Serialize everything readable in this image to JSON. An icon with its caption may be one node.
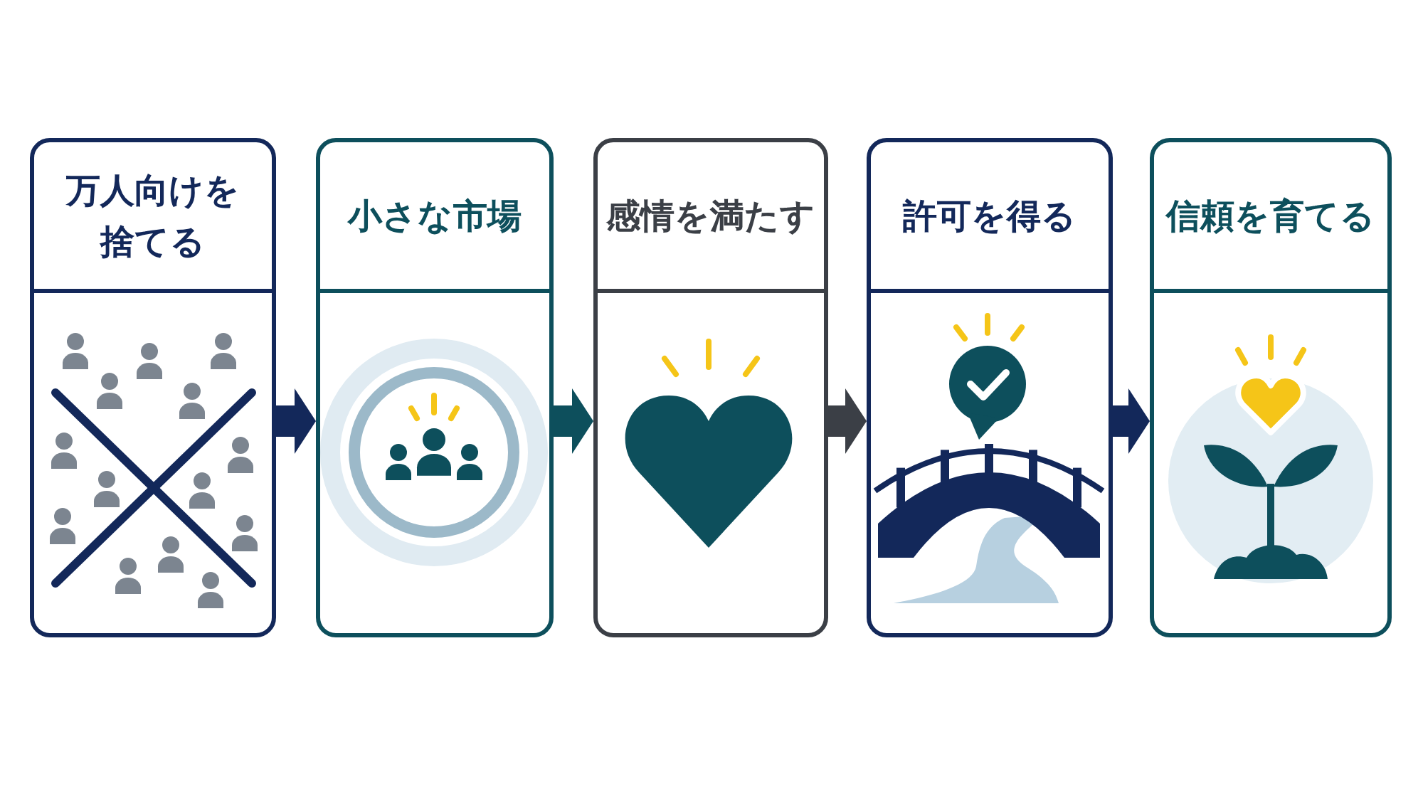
{
  "diagram": {
    "nodes": [
      {
        "text": [
          "万人向けを捨てる"
        ]
      },
      {
        "text": [
          "小さな市場"
        ]
      },
      {
        "text": [
          "感情を満たす"
        ]
      },
      {
        "text": [
          "許可を得る"
        ]
      },
      {
        "text": [
          "信頼を育てる"
        ]
      }
    ],
    "edges": [
      {
        "from": 0,
        "to": 1,
        "arrow": "to"
      },
      {
        "from": 1,
        "to": 2,
        "arrow": "to",
        "color": "#0d4f5c"
      },
      {
        "from": 2,
        "to": 3,
        "arrow": "to",
        "color": "#3b3f46"
      },
      {
        "from": 3,
        "to": 4,
        "arrow": "to"
      }
    ]
  }
}
